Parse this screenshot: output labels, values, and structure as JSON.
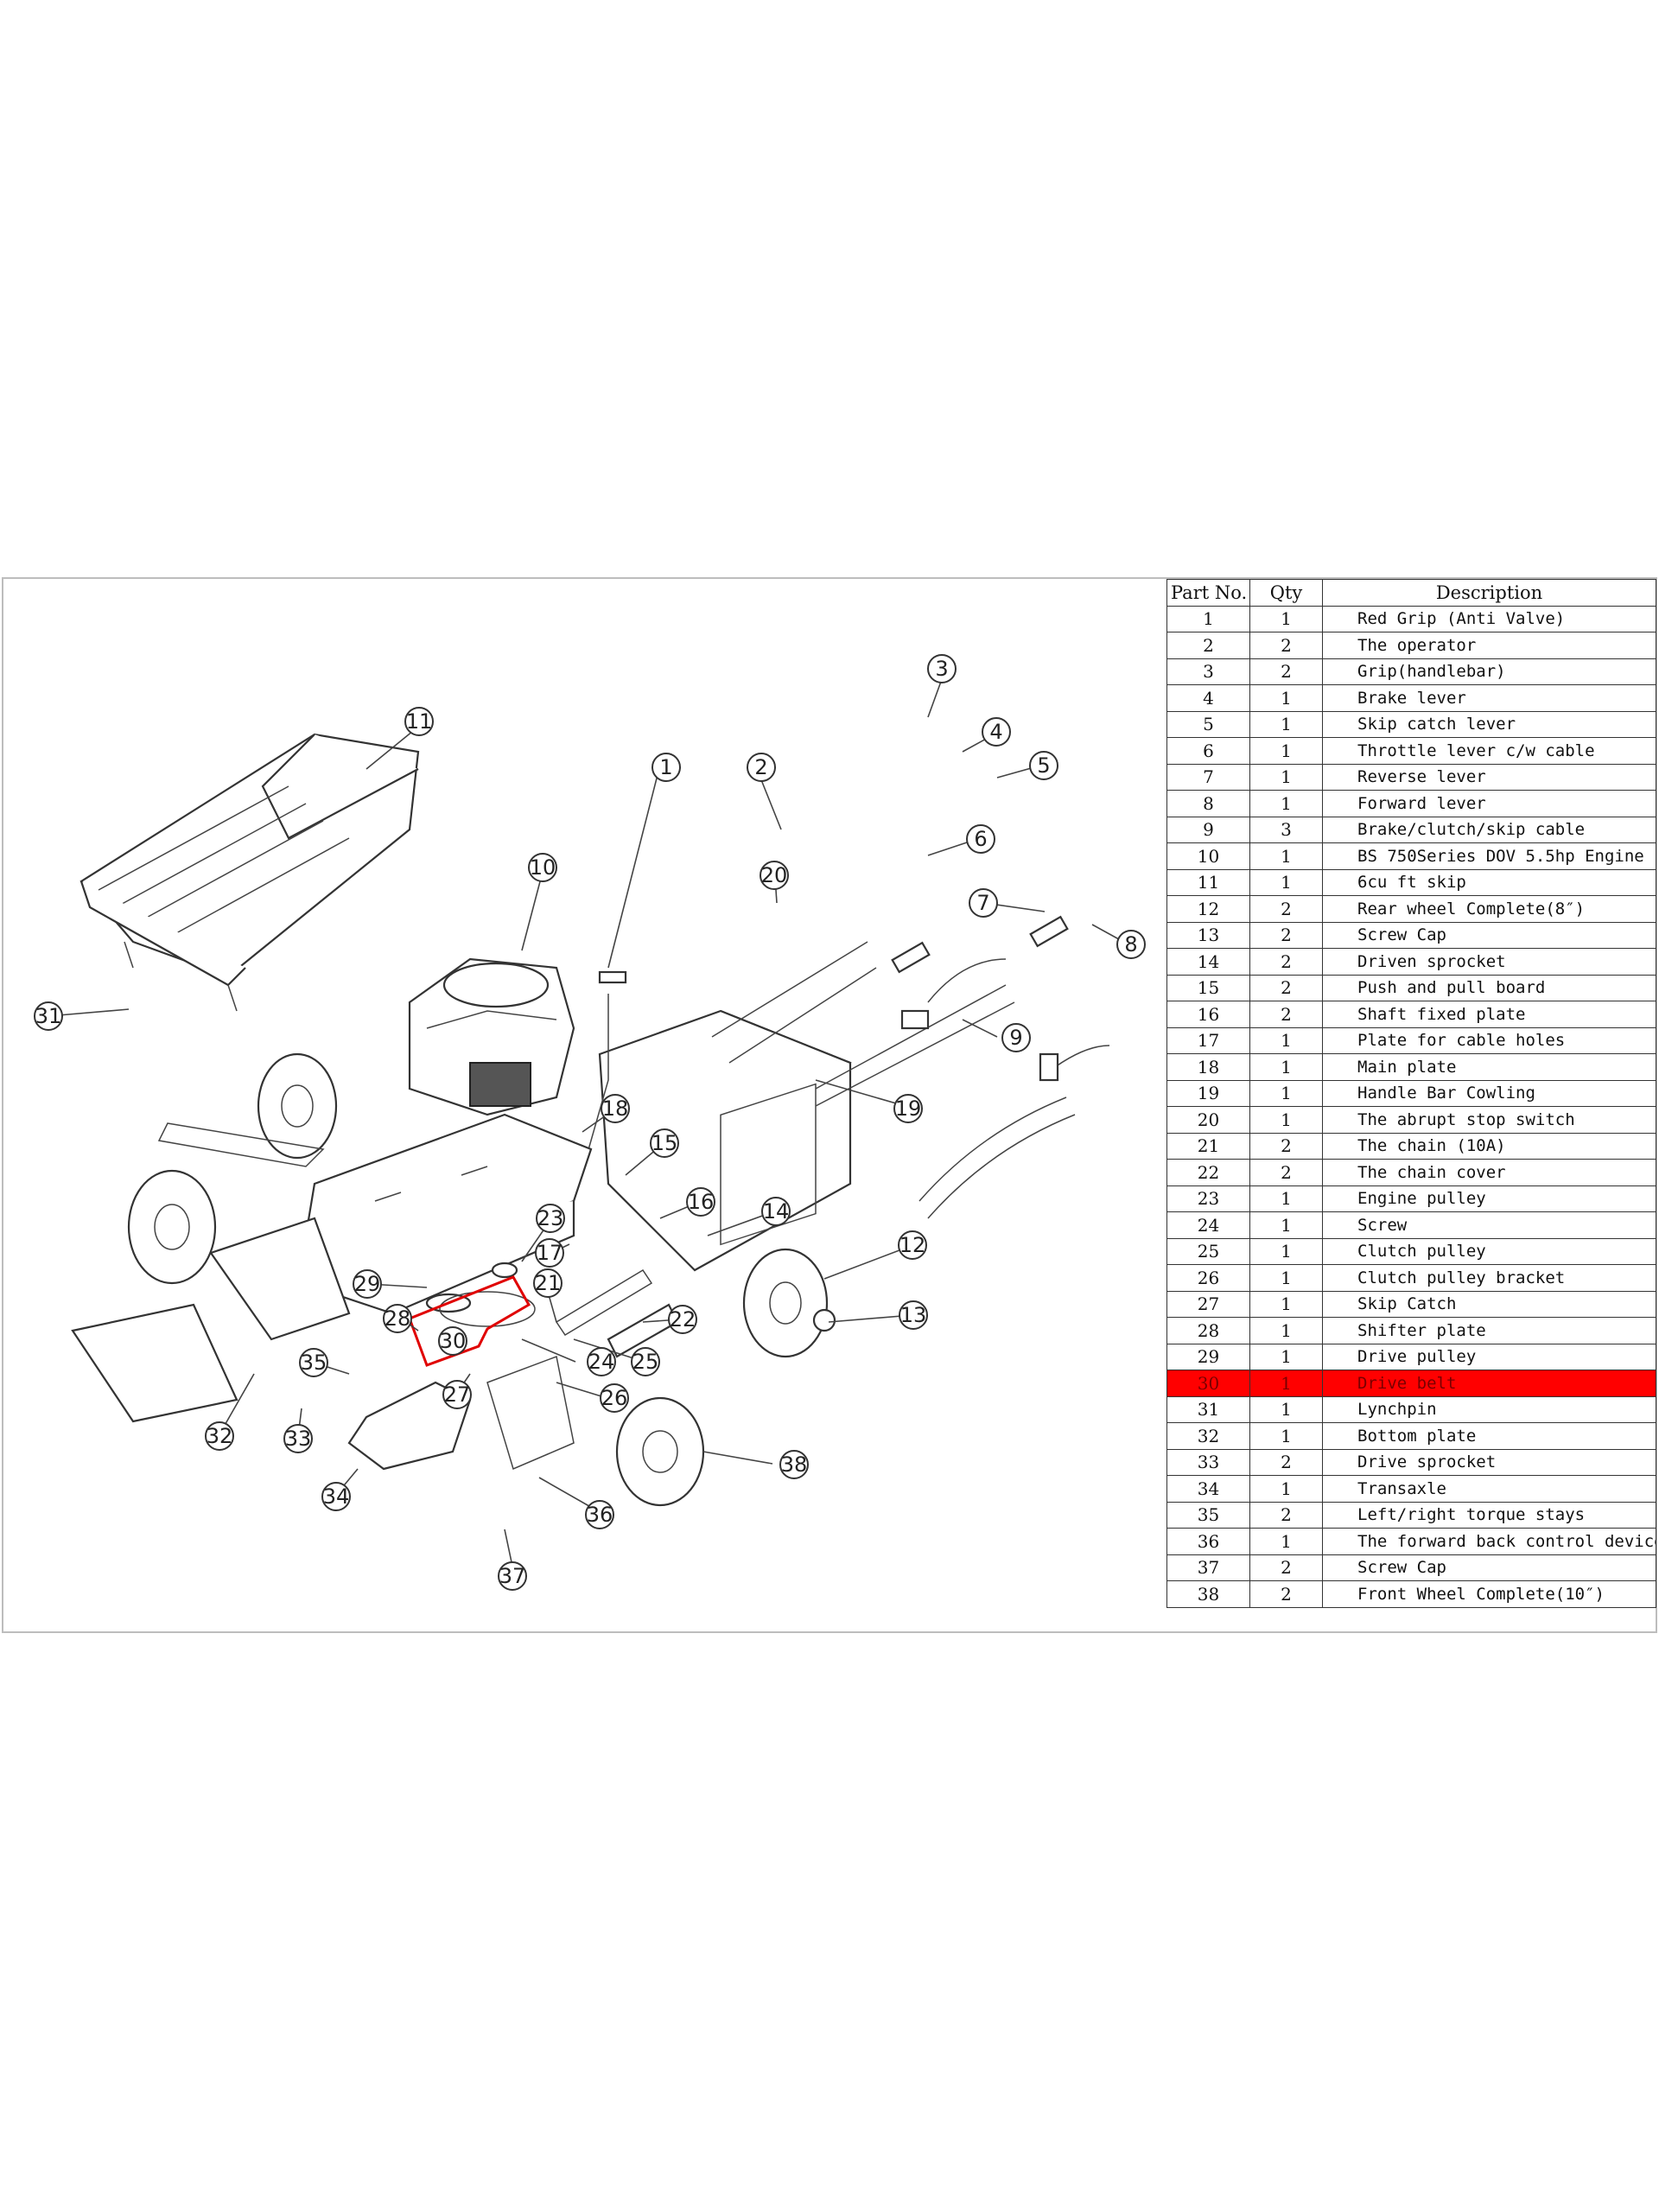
{
  "table": {
    "headers": [
      "Part No.",
      "Qty",
      "Description"
    ],
    "highlight_color": "#ff0000",
    "rows": [
      {
        "no": "1",
        "qty": "1",
        "desc": "Red Grip (Anti Valve)"
      },
      {
        "no": "2",
        "qty": "2",
        "desc": "The operator"
      },
      {
        "no": "3",
        "qty": "2",
        "desc": "Grip(handlebar)"
      },
      {
        "no": "4",
        "qty": "1",
        "desc": "Brake lever"
      },
      {
        "no": "5",
        "qty": "1",
        "desc": "Skip catch lever"
      },
      {
        "no": "6",
        "qty": "1",
        "desc": "Throttle lever c/w cable"
      },
      {
        "no": "7",
        "qty": "1",
        "desc": "Reverse lever"
      },
      {
        "no": "8",
        "qty": "1",
        "desc": "Forward lever"
      },
      {
        "no": "9",
        "qty": "3",
        "desc": "Brake/clutch/skip cable"
      },
      {
        "no": "10",
        "qty": "1",
        "desc": "BS 750Series DOV 5.5hp Engine"
      },
      {
        "no": "11",
        "qty": "1",
        "desc": "6cu ft skip"
      },
      {
        "no": "12",
        "qty": "2",
        "desc": "Rear wheel Complete(8″)"
      },
      {
        "no": "13",
        "qty": "2",
        "desc": "Screw Cap"
      },
      {
        "no": "14",
        "qty": "2",
        "desc": "Driven sprocket"
      },
      {
        "no": "15",
        "qty": "2",
        "desc": "Push and pull board"
      },
      {
        "no": "16",
        "qty": "2",
        "desc": "Shaft fixed plate"
      },
      {
        "no": "17",
        "qty": "1",
        "desc": "Plate for cable holes"
      },
      {
        "no": "18",
        "qty": "1",
        "desc": "Main plate"
      },
      {
        "no": "19",
        "qty": "1",
        "desc": "Handle Bar Cowling"
      },
      {
        "no": "20",
        "qty": "1",
        "desc": "The abrupt stop switch"
      },
      {
        "no": "21",
        "qty": "2",
        "desc": "The chain (10A)"
      },
      {
        "no": "22",
        "qty": "2",
        "desc": "The chain cover"
      },
      {
        "no": "23",
        "qty": "1",
        "desc": "Engine pulley"
      },
      {
        "no": "24",
        "qty": "1",
        "desc": "Screw"
      },
      {
        "no": "25",
        "qty": "1",
        "desc": "Clutch pulley"
      },
      {
        "no": "26",
        "qty": "1",
        "desc": "Clutch pulley bracket"
      },
      {
        "no": "27",
        "qty": "1",
        "desc": "Skip Catch"
      },
      {
        "no": "28",
        "qty": "1",
        "desc": "Shifter plate"
      },
      {
        "no": "29",
        "qty": "1",
        "desc": "Drive pulley"
      },
      {
        "no": "30",
        "qty": "1",
        "desc": "Drive belt",
        "highlighted": true
      },
      {
        "no": "31",
        "qty": "1",
        "desc": "Lynchpin"
      },
      {
        "no": "32",
        "qty": "1",
        "desc": "Bottom plate"
      },
      {
        "no": "33",
        "qty": "2",
        "desc": "Drive sprocket"
      },
      {
        "no": "34",
        "qty": "1",
        "desc": "Transaxle"
      },
      {
        "no": "35",
        "qty": "2",
        "desc": "Left/right torque stays"
      },
      {
        "no": "36",
        "qty": "1",
        "desc": "The forward back control device"
      },
      {
        "no": "37",
        "qty": "2",
        "desc": "Screw Cap"
      },
      {
        "no": "38",
        "qty": "2",
        "desc": "Front Wheel Complete(10″)"
      }
    ]
  },
  "diagram": {
    "highlight_box_color": "#e00000",
    "callouts": [
      "1",
      "2",
      "3",
      "4",
      "5",
      "6",
      "7",
      "8",
      "9",
      "10",
      "11",
      "12",
      "13",
      "14",
      "15",
      "16",
      "17",
      "18",
      "19",
      "20",
      "21",
      "22",
      "23",
      "24",
      "25",
      "26",
      "27",
      "28",
      "29",
      "30",
      "31",
      "32",
      "33",
      "34",
      "35",
      "36",
      "37",
      "38"
    ]
  }
}
